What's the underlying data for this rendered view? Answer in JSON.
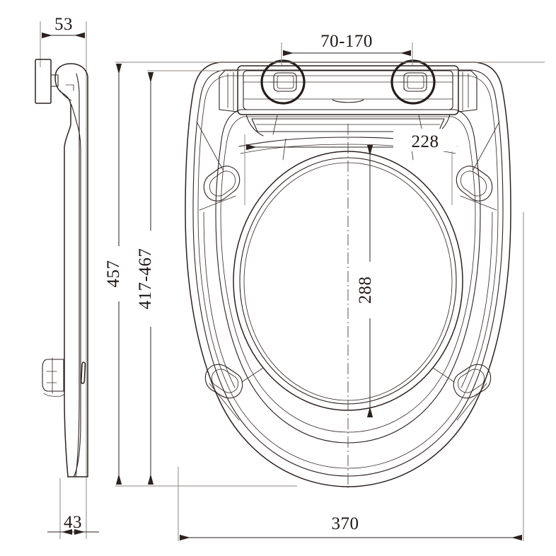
{
  "drawing": {
    "title": "toilet-seat-technical-drawing",
    "units": "mm",
    "line_color": "#2b2220",
    "dim_color": "#2b2220",
    "ext_color": "#8d8582",
    "background": "#ffffff"
  },
  "views": {
    "side": {
      "name": "side-elevation-view"
    },
    "top": {
      "name": "top-plan-view"
    }
  },
  "dimensions": {
    "side_width_top": {
      "label": "53",
      "orientation": "horizontal"
    },
    "side_width_bottom": {
      "label": "43",
      "orientation": "horizontal"
    },
    "hinge_spacing": {
      "label": "70-170",
      "orientation": "horizontal"
    },
    "overall_length": {
      "label": "457",
      "orientation": "vertical"
    },
    "mounting_range": {
      "label": "417-467",
      "orientation": "vertical"
    },
    "inner_width": {
      "label": "228",
      "orientation": "horizontal"
    },
    "inner_length": {
      "label": "288",
      "orientation": "vertical"
    },
    "overall_width": {
      "label": "370",
      "orientation": "horizontal"
    }
  },
  "features": {
    "hinge_left": "hinge-bolt-hole-left",
    "hinge_right": "hinge-bolt-hole-right",
    "bumper_top_left": "bumper-pad-top-left",
    "bumper_top_right": "bumper-pad-top-right",
    "bumper_bottom_left": "bumper-pad-bottom-left",
    "bumper_bottom_right": "bumper-pad-bottom-right"
  },
  "chart_data": {
    "type": "table",
    "title": "Toilet seat dimensional drawing",
    "categories": [
      "53",
      "43",
      "70-170",
      "457",
      "417-467",
      "228",
      "288",
      "370"
    ],
    "values": [
      53,
      43,
      170,
      457,
      467,
      228,
      288,
      370
    ],
    "xlabel": "",
    "ylabel": "mm"
  }
}
